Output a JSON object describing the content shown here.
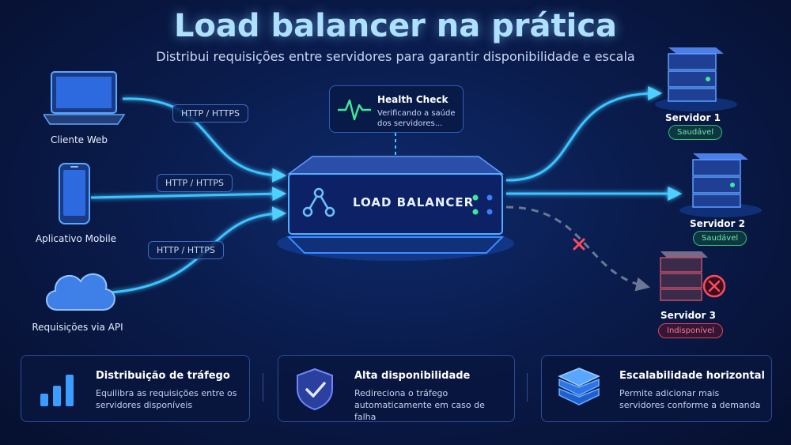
{
  "header": {
    "title": "Load balancer na prática",
    "subtitle": "Distribui requisições entre servidores para garantir disponibilidade e escala"
  },
  "clients": [
    {
      "label": "Cliente Web",
      "icon": "laptop-icon",
      "protocol": "HTTP / HTTPS"
    },
    {
      "label": "Aplicativo Mobile",
      "icon": "smartphone-icon",
      "protocol": "HTTP / HTTPS"
    },
    {
      "label": "Requisições via API",
      "icon": "cloud-icon",
      "protocol": "HTTP / HTTPS"
    }
  ],
  "health_check": {
    "title": "Health Check",
    "description": "Verificando a saúde dos servidores...",
    "icon": "heartbeat-icon"
  },
  "load_balancer": {
    "label": "LOAD BALANCER",
    "icon": "network-nodes-icon"
  },
  "servers": [
    {
      "label": "Servidor 1",
      "status": "Saudável",
      "healthy": true
    },
    {
      "label": "Servidor 2",
      "status": "Saudável",
      "healthy": true
    },
    {
      "label": "Servidor 3",
      "status": "Indisponível",
      "healthy": false
    }
  ],
  "features": [
    {
      "title": "Distribuição de tráfego",
      "description": "Equilibra as requisições entre os servidores disponíveis",
      "icon": "bar-chart-icon"
    },
    {
      "title": "Alta disponibilidade",
      "description": "Redireciona o tráfego automaticamente em caso de falha",
      "icon": "shield-check-icon"
    },
    {
      "title": "Escalabilidade horizontal",
      "description": "Permite adicionar mais servidores conforme a demanda",
      "icon": "layers-icon"
    }
  ],
  "colors": {
    "accent": "#38c8ff",
    "healthy": "#2fbf7a",
    "failure": "#e0455a",
    "background": "#0a1c4d"
  }
}
